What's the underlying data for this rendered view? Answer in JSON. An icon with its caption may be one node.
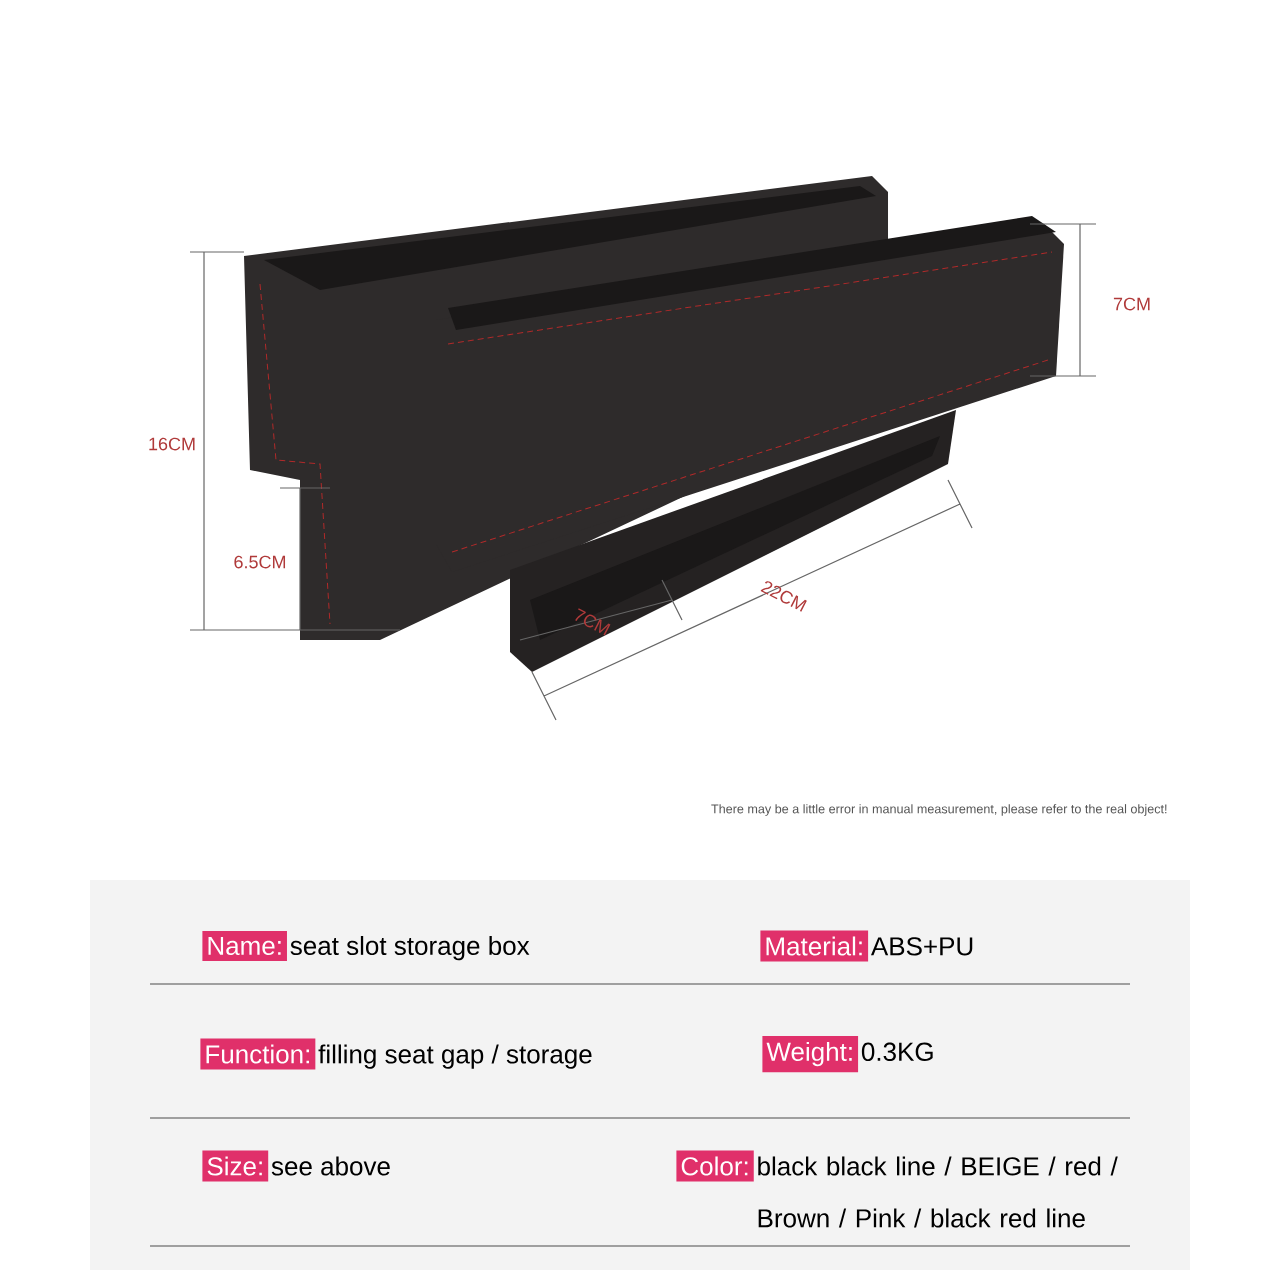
{
  "diagram": {
    "nodes": [
      {
        "text": [
          "Name:"
        ],
        "beside": [
          "seat slot storage box"
        ]
      },
      {
        "text": [
          "Material:"
        ],
        "beside": [
          "ABS+PU"
        ]
      },
      {
        "text": [
          "Function:"
        ],
        "beside": [
          "filling seat gap / storage"
        ]
      },
      {
        "text": [
          "Weight:"
        ],
        "beside": [
          "0.3KG"
        ]
      },
      {
        "text": [
          "Size:"
        ],
        "beside": [
          "see above"
        ]
      },
      {
        "text": [
          "Color:"
        ],
        "beside": [
          "black black line / BEIGE / red / Brown / Pink / black red line"
        ]
      }
    ],
    "labels": [
      "7CM",
      "16CM",
      "6.5CM",
      "22CM",
      "7CM",
      "There may be a little error in manual measurement, please refer to the real object!"
    ]
  }
}
